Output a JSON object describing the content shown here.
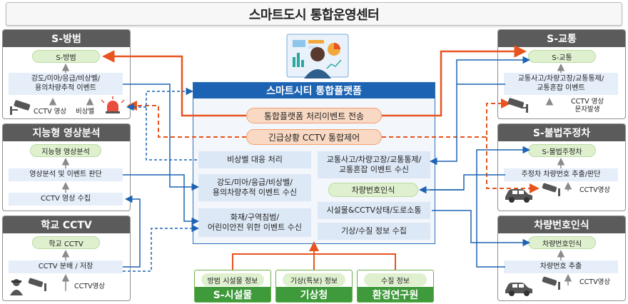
{
  "title": "스마트도시 통합운영센터",
  "platform": {
    "title": "스마트시티 통합플랫폼",
    "event_transfer": "통합플랫폼 처리이벤트 전송",
    "emergency_control": "긴급상황 CCTV 통합제어",
    "left_items": [
      "비상벨 대응 처리",
      "강도/미아/응급/비상벨/\n용의차량추적 이벤트 수신",
      "화재/구역침범/\n어린이안전 위한 이벤트 수신"
    ],
    "right_items": [
      "교통사고/차량고장/교통통제/\n교통혼잡 이벤트 수신",
      "차량번호인식",
      "시설물&CCTV상태/도로소통",
      "기상/수질 정보 수집"
    ]
  },
  "panels": {
    "crime": {
      "title": "S-방범",
      "pill": "S-방범",
      "box": "강도/미아/응급/비상벨/\n용의차량추적 이벤트",
      "cctv": "CCTV 영상",
      "bell": "비상벨"
    },
    "video": {
      "title": "지능형 영상분석",
      "pill": "지능형 영상분석",
      "box1": "영상분석 및 이벤트 판단",
      "box2": "CCTV 영상 수집"
    },
    "school": {
      "title": "학교 CCTV",
      "pill": "학교 CCTV",
      "box": "CCTV 분배 / 저장",
      "cctv": "CCTV영상"
    },
    "traffic": {
      "title": "S-교통",
      "pill": "S-교통",
      "box": "교통사고/차량고장/교통통제/\n교통혼잡 이벤트",
      "cctv": "CCTV 영상\n문자발생"
    },
    "parking": {
      "title": "S-불법주정차",
      "pill": "S-불법주정차",
      "box": "주정차 차량번호 추출/판단",
      "cctv": "CCTV영상"
    },
    "plate": {
      "title": "차량번호인식",
      "pill": "차량번호인식",
      "box": "차량번호 추출",
      "cctv": "CCTV영상"
    }
  },
  "sources": [
    {
      "info": "방범 시설물 정보",
      "name": "S-시설물"
    },
    {
      "info": "기상(특보) 정보",
      "name": "기상청"
    },
    {
      "info": "수질 정보",
      "name": "환경연구원"
    }
  ],
  "colors": {
    "platform_blue": "#1c63b3",
    "event_orange": "#e8541f",
    "link_blue": "#1c63b3",
    "source_green": "#3f9a3b",
    "panel_gray": "#5b5b5b"
  },
  "icons": [
    "cctv-camera-icon",
    "alarm-siren-icon",
    "car-icon",
    "operator-monitor-icon",
    "intruder-icon"
  ]
}
